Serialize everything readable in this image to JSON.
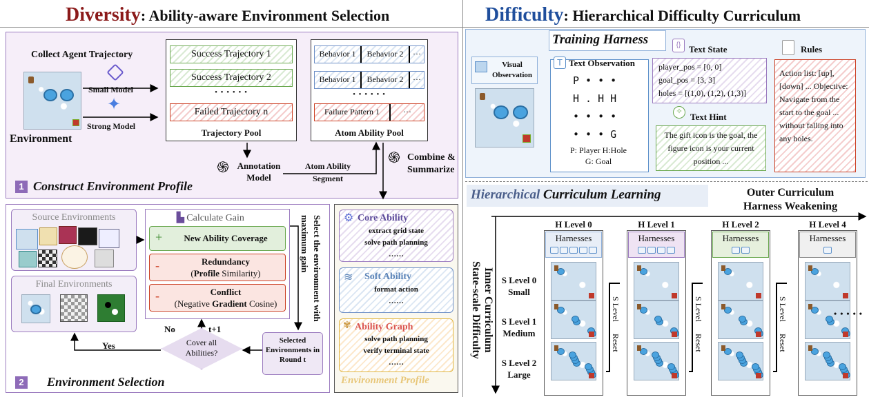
{
  "left_title": {
    "keyword": "Diversity",
    "rest": ": Ability-aware Environment Selection"
  },
  "right_title": {
    "keyword": "Difficulty",
    "rest": ": Hierarchical Difficulty Curriculum"
  },
  "profile": {
    "collect_label": "Collect Agent Trajectory",
    "small_model": "Small Model",
    "strong_model": "Strong Model",
    "environment": "Environment",
    "trajectories": [
      "Success Trajectory 1",
      "Success Trajectory 2",
      "Failed Trajectory n"
    ],
    "traj_dots": "• • • • • •",
    "trajectory_pool": "Trajectory Pool",
    "behaviors_row1": [
      "Behavior 1",
      "Behavior 2",
      "···"
    ],
    "behaviors_row2": [
      "Behavior 1",
      "Behavior 2",
      "···"
    ],
    "failure_row": [
      "Failure Pattern 1",
      "···"
    ],
    "atom_dots": "• • • • • •",
    "atom_pool": "Atom Ability Pool",
    "annotation_model": "Annotation Model",
    "atom_segment": "Atom Ability Segment",
    "combine": "Combine & Summarize",
    "section_num": "1",
    "section_title": "Construct Environment Profile"
  },
  "selection": {
    "source_envs": "Source Environments",
    "final_envs": "Final Environments",
    "calc_gain": "Calculate Gain",
    "plus": "+",
    "minus": "-",
    "coverage": "New Ability Coverage",
    "redundancy": "Redundancy",
    "redundancy_sub_a": "(",
    "redundancy_sub_b": "Profile",
    "redundancy_sub_c": " Similarity)",
    "conflict": "Conflict",
    "conflict_sub_a": "(Negative ",
    "conflict_sub_b": "Gradient",
    "conflict_sub_c": " Cosine)",
    "select_text": "Select the environment with maximum gain",
    "no": "No",
    "t1": "t+1",
    "yes": "Yes",
    "cover": "Cover all Abilities?",
    "selected": "Selected Environments in Round t",
    "section_num": "2",
    "section_title": "Environment Selection"
  },
  "env_profile": {
    "core": "Core Ability",
    "core_items": [
      "extract grid state",
      "solve path planning",
      "……"
    ],
    "soft": "Soft Ability",
    "soft_items": [
      "format action",
      "……"
    ],
    "graph": "Ability Graph",
    "graph_items": [
      "solve path planning",
      "verify terminal state",
      "……"
    ],
    "label": "Environment Profile"
  },
  "harness": {
    "title": "Training Harness",
    "visual_obs": "Visual Observation",
    "text_obs": "Text Observation",
    "grid": [
      "P • • •",
      "H . H H",
      "• • • •",
      "• • • G"
    ],
    "legend_a": "P: Player H:Hole",
    "legend_b": "G: Goal",
    "text_state": "Text State",
    "state_lines": [
      "player_pos = [0, 0]",
      "goal_pos = [3, 3]",
      "holes = [(1,0), (1,2), (1,3)]"
    ],
    "text_hint": "Text Hint",
    "hint": "The gift icon is the goal, the figure icon is your current position ...",
    "rules": "Rules",
    "rules_text": "Action list: [up], [down] ... Objective: Navigate from the start to the goal ... without falling into any holes."
  },
  "curriculum": {
    "title_a": "Hierarchical",
    "title_b": " Curriculum Learning",
    "outer_a": "Outer Curriculum",
    "outer_b": "Harness Weakening",
    "inner_a": "Inner Curriculum",
    "inner_b": "State-scale Difficulty",
    "h_levels": [
      "H Level 0",
      "H Level 1",
      "H Level 2",
      "H Level 4"
    ],
    "harnesses": "Harnesses",
    "s_levels": [
      [
        "S Level 0",
        "Small"
      ],
      [
        "S Level 1",
        "Medium"
      ],
      [
        "S Level 2",
        "Large"
      ]
    ],
    "reset": "Reset",
    "s_level": "S Level",
    "dots": "• • • • •"
  },
  "colors": {
    "diversity": "#8b1a1a",
    "difficulty": "#1f4e9c",
    "purple_panel": "#f6eef9",
    "blue_panel": "#eef4fb"
  }
}
